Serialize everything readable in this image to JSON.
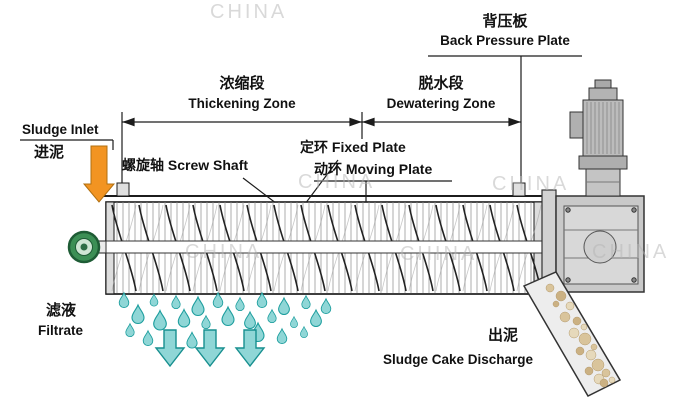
{
  "watermark": {
    "text": "CHINA"
  },
  "labels": {
    "back_pressure_plate_zh": "背压板",
    "back_pressure_plate_en": "Back Pressure Plate",
    "thickening_zone_zh": "浓缩段",
    "thickening_zone_en": "Thickening Zone",
    "dewatering_zone_zh": "脱水段",
    "dewatering_zone_en": "Dewatering Zone",
    "sludge_inlet_en": "Sludge Inlet",
    "sludge_inlet_zh": "进泥",
    "screw_shaft": "螺旋轴 Screw Shaft",
    "fixed_plate": "定环 Fixed Plate",
    "moving_plate": "动环 Moving Plate",
    "filtrate_zh": "滤液",
    "filtrate_en": "Filtrate",
    "sludge_discharge_zh": "出泥",
    "sludge_discharge_en": "Sludge Cake Discharge"
  },
  "colors": {
    "line": "#1c1c1c",
    "inlet_arrow": "#f29422",
    "filtrate_fill": "#8fd6d6",
    "filtrate_stroke": "#1d9e9e",
    "hub_green": "#3c8f55",
    "machine_gray": "#c9c9c9",
    "sludge_tan": "#d9c49b",
    "watermark_gray": "#b5b5b5"
  }
}
